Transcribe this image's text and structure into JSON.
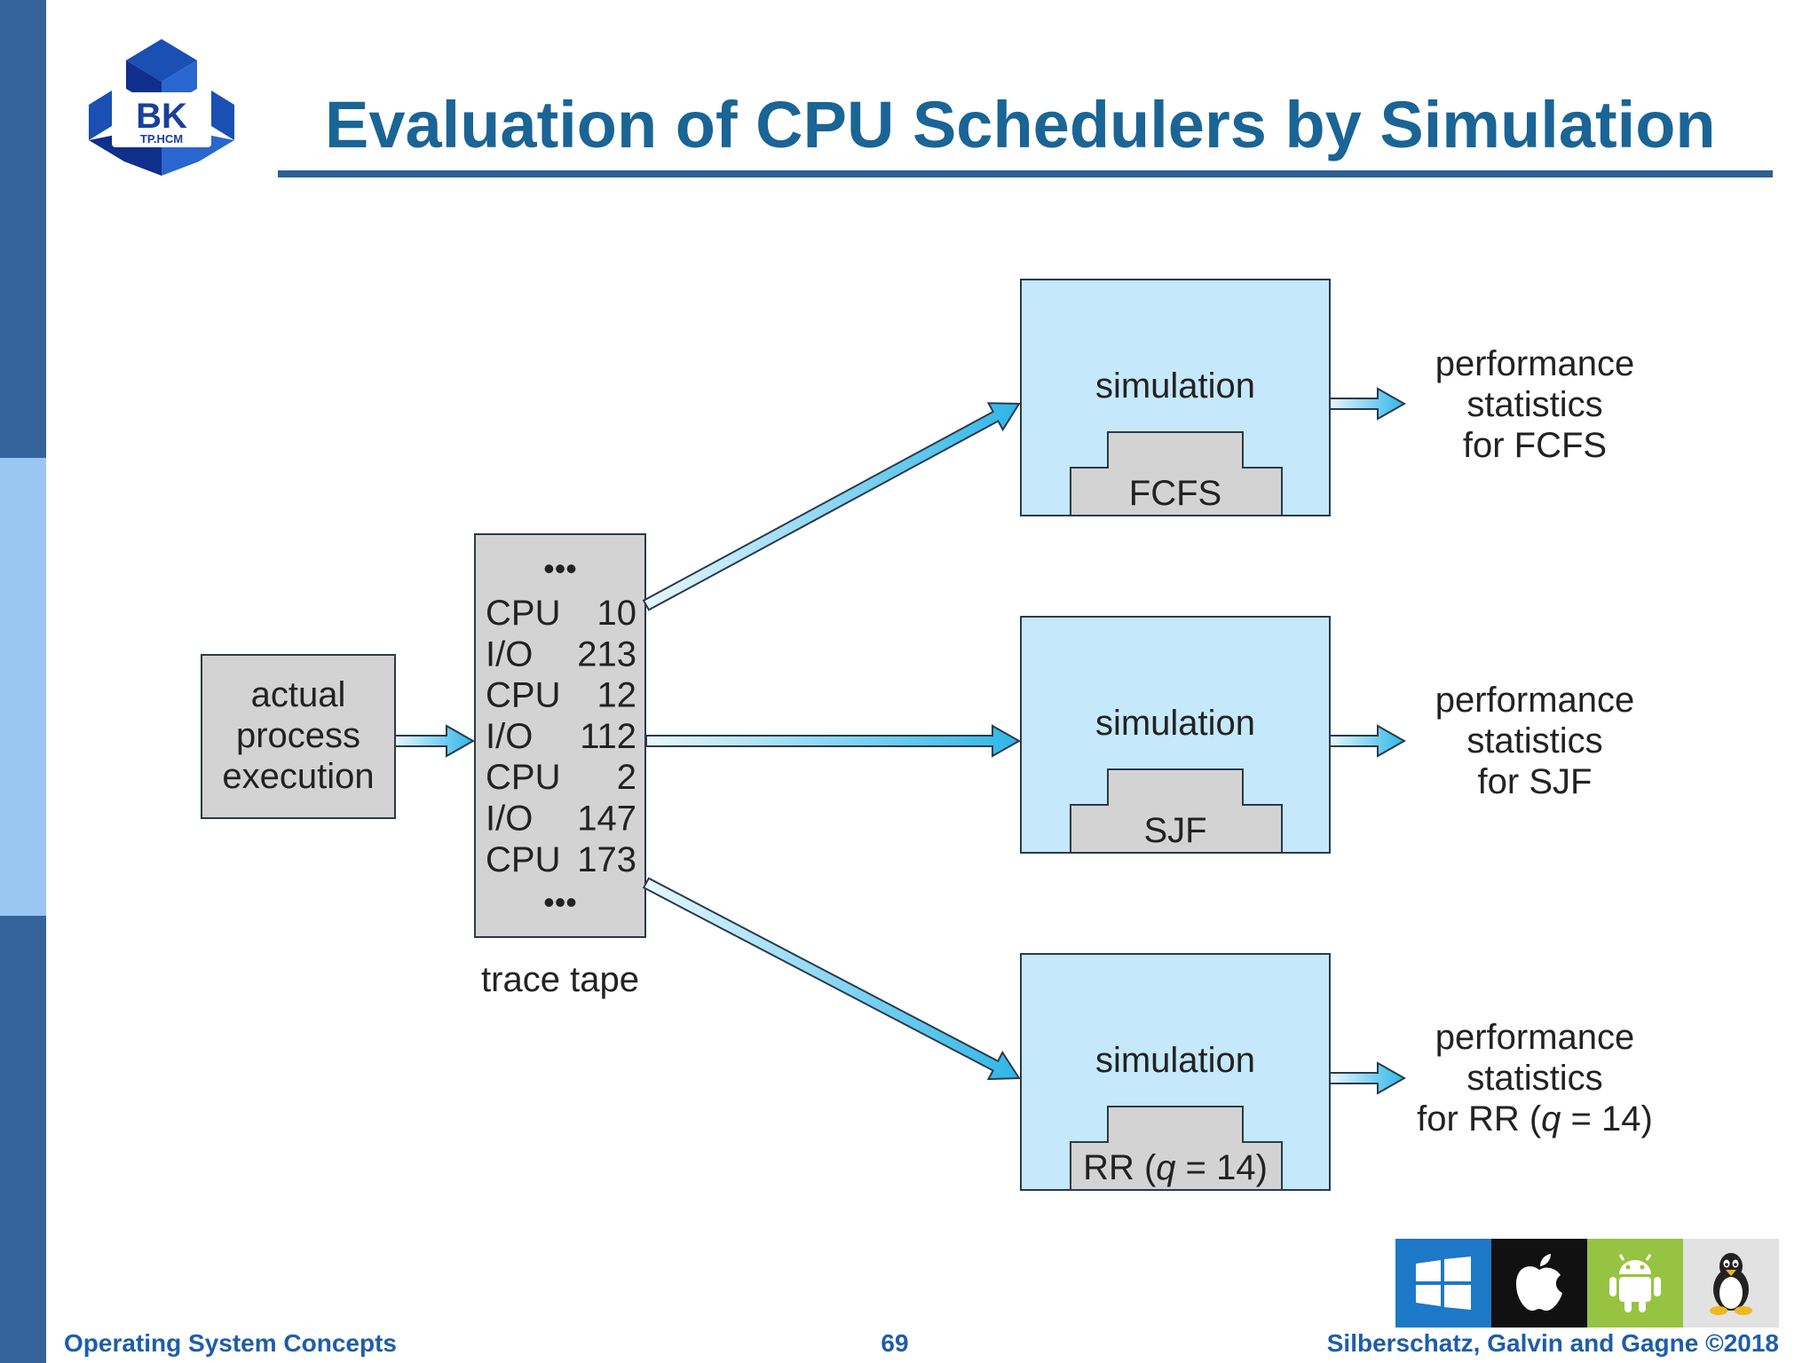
{
  "slide": {
    "title": "Evaluation of CPU Schedulers by Simulation",
    "logo": {
      "text": "BK",
      "subtext": "TP.HCM"
    }
  },
  "diagram": {
    "source_box": [
      "actual",
      "process",
      "execution"
    ],
    "trace_tape": {
      "ellipsis": "•••",
      "rows": [
        {
          "op": "CPU",
          "val": "10"
        },
        {
          "op": "I/O",
          "val": "213"
        },
        {
          "op": "CPU",
          "val": "12"
        },
        {
          "op": "I/O",
          "val": "112"
        },
        {
          "op": "CPU",
          "val": "2"
        },
        {
          "op": "I/O",
          "val": "147"
        },
        {
          "op": "CPU",
          "val": "173"
        }
      ],
      "caption": "trace tape"
    },
    "simulations": [
      {
        "label": "simulation",
        "scheduler": [
          "FCFS"
        ],
        "stats": [
          [
            "performance"
          ],
          [
            "statistics"
          ],
          [
            "for FCFS"
          ]
        ]
      },
      {
        "label": "simulation",
        "scheduler": [
          "SJF"
        ],
        "stats": [
          [
            "performance"
          ],
          [
            "statistics"
          ],
          [
            "for SJF"
          ]
        ]
      },
      {
        "label": "simulation",
        "scheduler": [
          "RR (",
          "q",
          " = 14)"
        ],
        "stats": [
          [
            "performance"
          ],
          [
            "statistics"
          ],
          [
            "for RR (",
            "q",
            " = 14)"
          ]
        ]
      }
    ]
  },
  "os_icons": [
    "windows-icon",
    "apple-icon",
    "android-icon",
    "linux-icon"
  ],
  "footer": {
    "left": "Operating System Concepts",
    "page": "69",
    "right": "Silberschatz, Galvin and Gagne ©2018"
  },
  "colors": {
    "sidebar_dark": "#35649b",
    "sidebar_light": "#99c6f2",
    "title": "#1a6496",
    "rule": "#2c5f92",
    "footer": "#1f5da8",
    "sim_box": "#c5e8fa",
    "gray_box": "#d3d3d3",
    "arrow": "#2eb6e8",
    "windows": "#1e78c8",
    "apple": "#111111",
    "android": "#96c341",
    "linux": "#e2e2e2"
  }
}
